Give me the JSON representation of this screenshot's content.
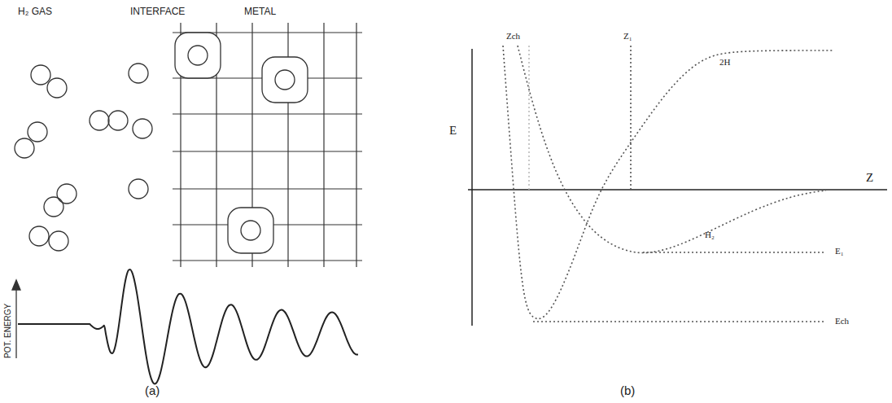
{
  "diagram": {
    "labels": [
      "H₂ GAS",
      "INTERFACE",
      "METAL",
      "POT. ENERGY",
      "(a)",
      "E",
      "Zch",
      "Z₁",
      "2H",
      "Z",
      "H₂",
      "E₁",
      "Ech",
      "(b)"
    ]
  }
}
